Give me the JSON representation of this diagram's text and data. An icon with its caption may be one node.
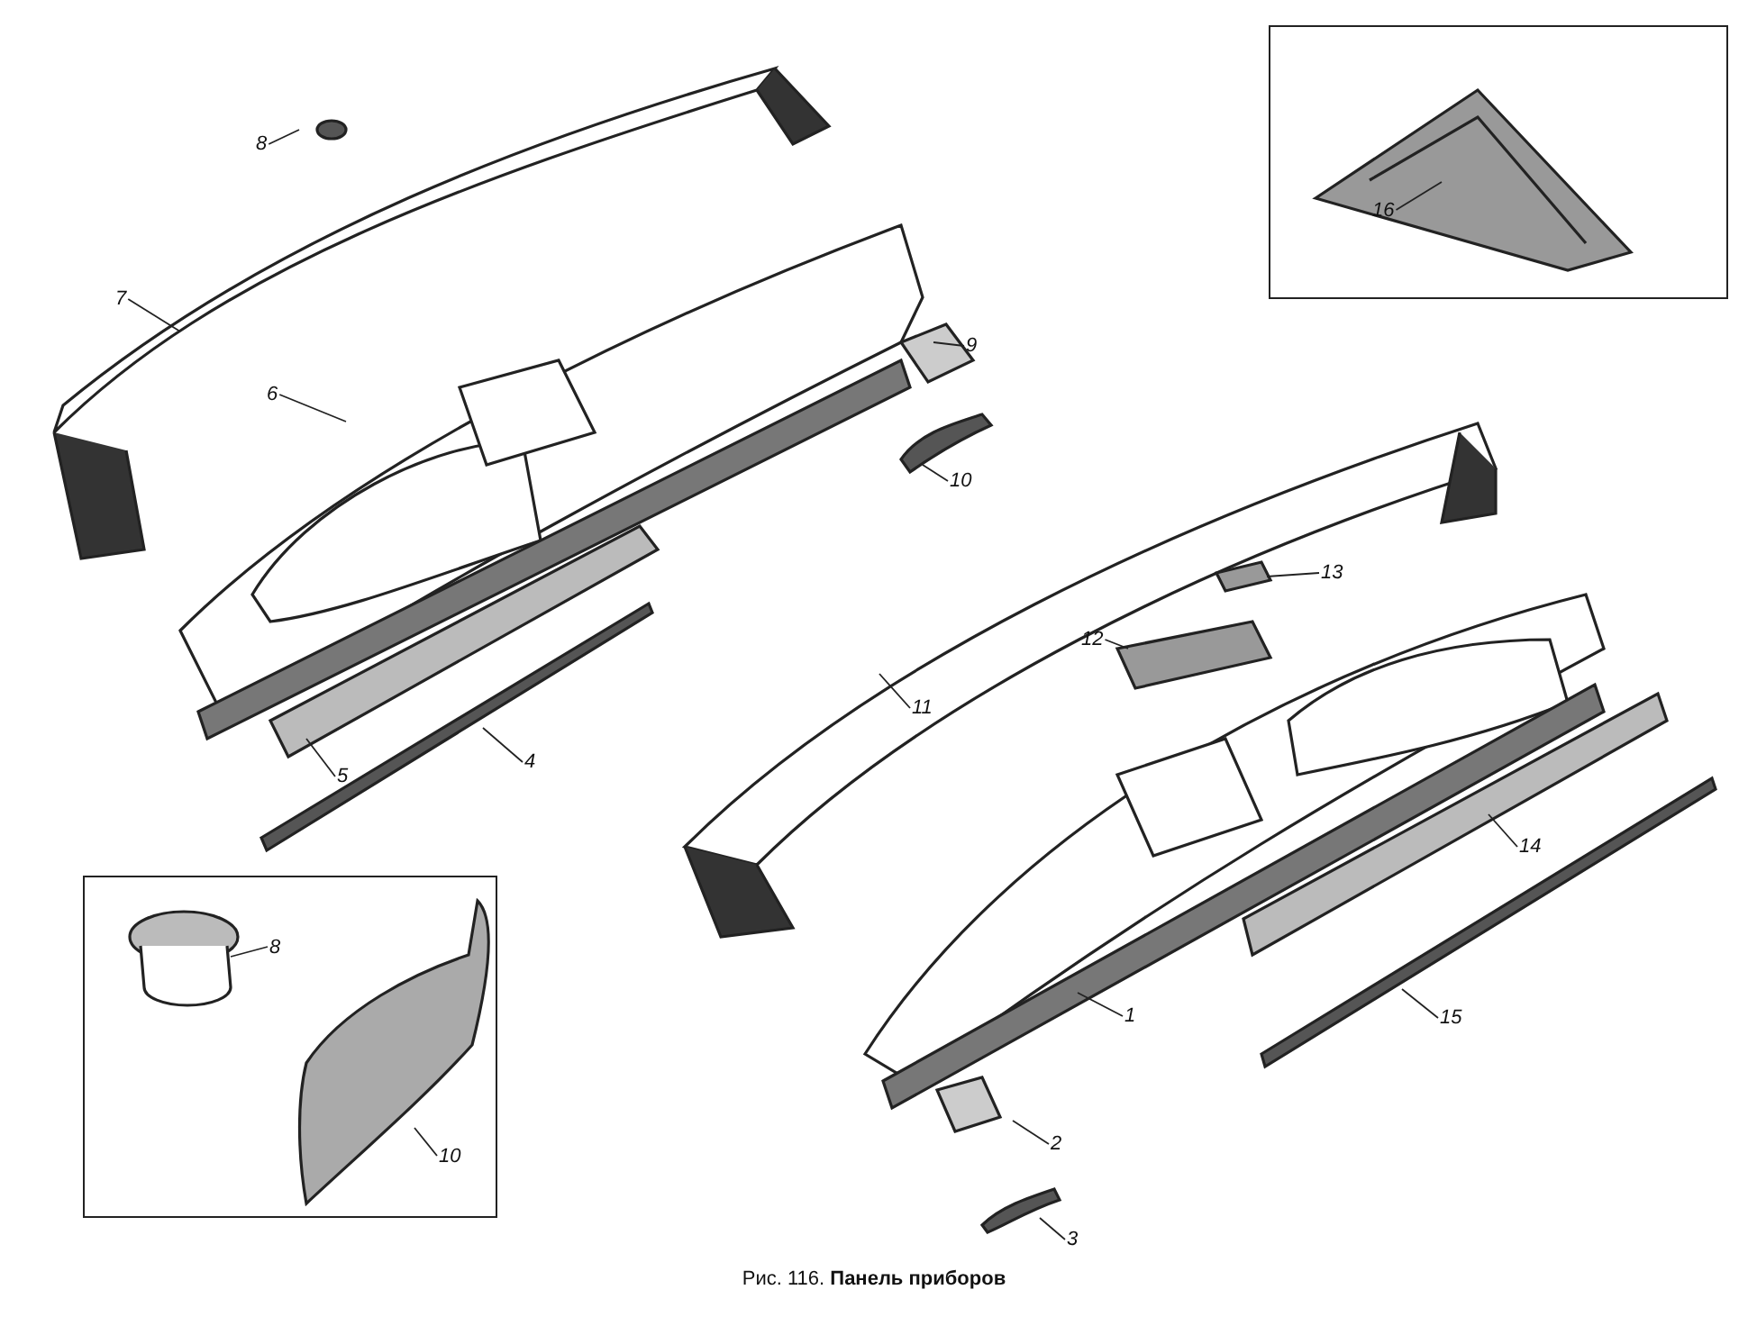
{
  "diagram": {
    "caption": "Рис. 116. **Панель приборов**",
    "nodes": [
      {
        "text": [],
        "shape": "box"
      },
      {
        "text": [
          "16"
        ],
        "in": 0
      },
      {
        "text": [
          "8"
        ]
      },
      {
        "text": [
          "7"
        ]
      },
      {
        "text": [
          "6"
        ]
      },
      {
        "text": [
          "9"
        ]
      },
      {
        "text": [
          "10"
        ]
      },
      {
        "text": [
          "13"
        ]
      },
      {
        "text": [
          "12"
        ]
      },
      {
        "text": [
          "11"
        ]
      },
      {
        "text": [
          "5"
        ]
      },
      {
        "text": [
          "4"
        ]
      },
      {
        "text": [
          "14"
        ]
      },
      {
        "text": [
          "15"
        ]
      },
      {
        "text": [
          "1"
        ]
      },
      {
        "text": [],
        "shape": "box"
      },
      {
        "text": [
          "8"
        ],
        "in": 15
      },
      {
        "text": [
          "10"
        ],
        "in": 15
      },
      {
        "text": [
          "2"
        ]
      },
      {
        "text": [
          "3"
        ]
      }
    ],
    "edges": [
      {
        "from": 1,
        "to": null,
        "arrow": "none"
      },
      {
        "from": 2,
        "to": null,
        "arrow": "none"
      },
      {
        "from": 3,
        "to": null,
        "arrow": "none"
      },
      {
        "from": 4,
        "to": null,
        "arrow": "none"
      },
      {
        "from": 5,
        "to": null,
        "arrow": "none"
      },
      {
        "from": 6,
        "to": null,
        "arrow": "none"
      },
      {
        "from": 7,
        "to": null,
        "arrow": "none"
      },
      {
        "from": 8,
        "to": null,
        "arrow": "none"
      },
      {
        "from": 9,
        "to": null,
        "arrow": "none"
      },
      {
        "from": 10,
        "to": null,
        "arrow": "none"
      },
      {
        "from": 11,
        "to": null,
        "arrow": "none"
      },
      {
        "from": 12,
        "to": null,
        "arrow": "none"
      },
      {
        "from": 13,
        "to": null,
        "arrow": "none"
      },
      {
        "from": 14,
        "to": null,
        "arrow": "none"
      },
      {
        "from": 16,
        "to": null,
        "arrow": "none"
      },
      {
        "from": 17,
        "to": null,
        "arrow": "none"
      },
      {
        "from": 18,
        "to": null,
        "arrow": "none"
      },
      {
        "from": 19,
        "to": null,
        "arrow": "none"
      }
    ]
  }
}
